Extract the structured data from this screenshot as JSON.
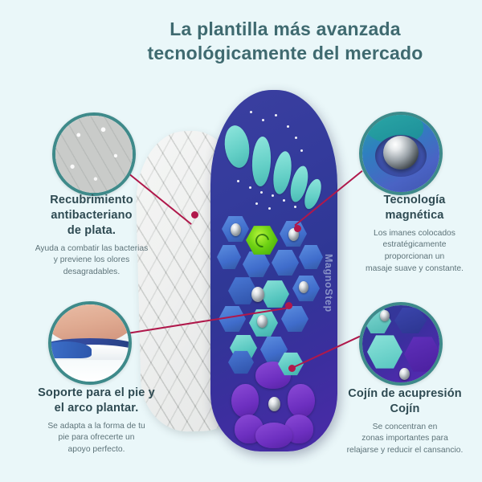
{
  "page": {
    "background_color": "#eaf7f9",
    "title_color": "#3f6a70",
    "heading_color": "#2e4a52",
    "body_color": "#5d7379",
    "accent_line_color": "#b0184b",
    "circle_ring_color": "#3e8a8a"
  },
  "title": {
    "line1": "La plantilla más avanzada",
    "line2": "tecnológicamente del mercado"
  },
  "product": {
    "brand_label": "MagnoStep"
  },
  "callouts": [
    {
      "id": "silver",
      "heading_line1": "Recubrimiento",
      "heading_line2": "antibacteriano",
      "heading_line3": "de plata.",
      "body_line1": "Ayuda a combatir las bacterias",
      "body_line2": "y previene los olores",
      "body_line3": "desagradables.",
      "image_name": "silver-hexagon-texture-closeup"
    },
    {
      "id": "magnet",
      "heading_line1": "Tecnología",
      "heading_line2": "magnética",
      "body_line1": "Los imanes colocados",
      "body_line2": "estratégicamente",
      "body_line3": "proporcionan un",
      "body_line4": "masaje suave y constante.",
      "image_name": "magnetic-ball-closeup"
    },
    {
      "id": "arch",
      "heading_line1": "Soporte para el pie y",
      "heading_line2": "el arco plantar.",
      "body_line1": "Se adapta a la forma de tu",
      "body_line2": "pie para ofrecerte un",
      "body_line3": "apoyo perfecto.",
      "image_name": "foot-arch-profile-closeup"
    },
    {
      "id": "cushion",
      "heading_line1": "Cojín de acupresión",
      "heading_line2": "Cojín",
      "body_line1": "Se concentran en",
      "body_line2": "zonas importantes para",
      "body_line3": "relajarse y reducir el cansancio.",
      "image_name": "acupressure-cushion-closeup"
    }
  ]
}
